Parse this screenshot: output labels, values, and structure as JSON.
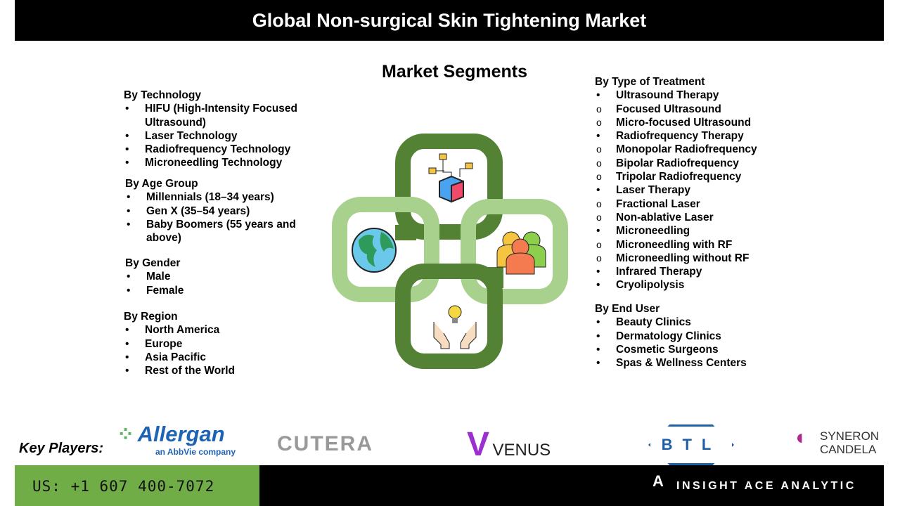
{
  "title": "Global Non-surgical Skin Tightening Market",
  "segments_title": "Market Segments",
  "left_groups": [
    {
      "heading": "By Technology",
      "items": [
        {
          "text": "HIFU (High-Intensity Focused Ultrasound)",
          "bullet": "•"
        },
        {
          "text": "Laser Technology",
          "bullet": "•"
        },
        {
          "text": "Radiofrequency Technology",
          "bullet": "•"
        },
        {
          "text": "Microneedling Technology",
          "bullet": "•"
        }
      ]
    },
    {
      "heading": "By Age Group",
      "items": [
        {
          "text": "Millennials (18–34 years)",
          "bullet": "•"
        },
        {
          "text": "Gen X (35–54 years)",
          "bullet": "•"
        },
        {
          "text": "Baby Boomers (55 years and above)",
          "bullet": "•"
        }
      ]
    },
    {
      "heading": "By  Gender",
      "items": [
        {
          "text": "Male",
          "bullet": "•"
        },
        {
          "text": "Female",
          "bullet": "•"
        }
      ]
    },
    {
      "heading": "By Region",
      "items": [
        {
          "text": "North America",
          "bullet": "•"
        },
        {
          "text": "Europe",
          "bullet": "•"
        },
        {
          "text": "Asia Pacific",
          "bullet": "•"
        },
        {
          "text": "Rest of the World",
          "bullet": "•"
        }
      ]
    }
  ],
  "right_groups": [
    {
      "heading": "By Type of Treatment",
      "items": [
        {
          "text": "Ultrasound Therapy",
          "bullet": "•"
        },
        {
          "text": "Focused Ultrasound",
          "bullet": "o"
        },
        {
          "text": "Micro-focused Ultrasound",
          "bullet": "o"
        },
        {
          "text": "Radiofrequency Therapy",
          "bullet": "•"
        },
        {
          "text": "Monopolar Radiofrequency",
          "bullet": "o"
        },
        {
          "text": "Bipolar Radiofrequency",
          "bullet": "o"
        },
        {
          "text": "Tripolar Radiofrequency",
          "bullet": "o"
        },
        {
          "text": "Laser Therapy",
          "bullet": "•"
        },
        {
          "text": "Fractional Laser",
          "bullet": "o"
        },
        {
          "text": "Non-ablative Laser",
          "bullet": "o"
        },
        {
          "text": "Microneedling",
          "bullet": "•"
        },
        {
          "text": "Microneedling with RF",
          "bullet": "o"
        },
        {
          "text": "Microneedling without RF",
          "bullet": "o"
        },
        {
          "text": "Infrared Therapy",
          "bullet": "•"
        },
        {
          "text": "Cryolipolysis",
          "bullet": "•"
        }
      ]
    },
    {
      "heading": "By End User",
      "items": [
        {
          "text": "Beauty Clinics",
          "bullet": "•"
        },
        {
          "text": "Dermatology Clinics",
          "bullet": "•"
        },
        {
          "text": "Cosmetic Surgeons",
          "bullet": "•"
        },
        {
          "text": "Spas & Wellness Centers",
          "bullet": "•"
        }
      ]
    }
  ],
  "key_players_label": "Key Players:",
  "logos": {
    "allergan": "Allergan",
    "allergan_sub": "an AbbVie company",
    "cutera": "CUTERA",
    "venus": "VENUS",
    "btl": "BTL",
    "syneron1": "SYNERON",
    "syneron2": "CANDELA"
  },
  "phone": "US: +1 607 400-7072",
  "brand": "INSIGHT ACE ANALYTIC",
  "colors": {
    "dark_green": "#548235",
    "light_green": "#a9d18e",
    "footer_green": "#70ad47"
  }
}
